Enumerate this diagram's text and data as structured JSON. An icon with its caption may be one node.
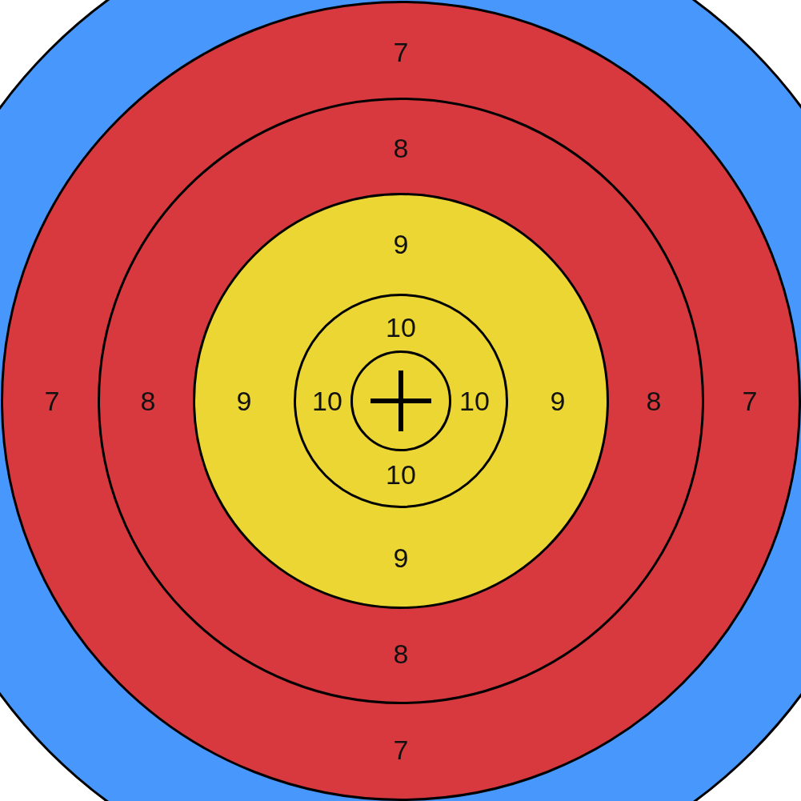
{
  "diagram": {
    "nodes": [
      {
        "text": [],
        "shape": "circle"
      },
      {
        "text": [
          "7",
          "7",
          "7",
          "7"
        ],
        "in": 0
      },
      {
        "text": [
          "8",
          "8",
          "8",
          "8"
        ],
        "in": 1
      },
      {
        "text": [
          "9",
          "9",
          "9",
          "9"
        ],
        "in": 2
      },
      {
        "text": [
          "10",
          "10",
          "10",
          "10"
        ],
        "in": 3
      },
      {
        "text": [],
        "shape": "circle",
        "in": 4
      }
    ]
  }
}
